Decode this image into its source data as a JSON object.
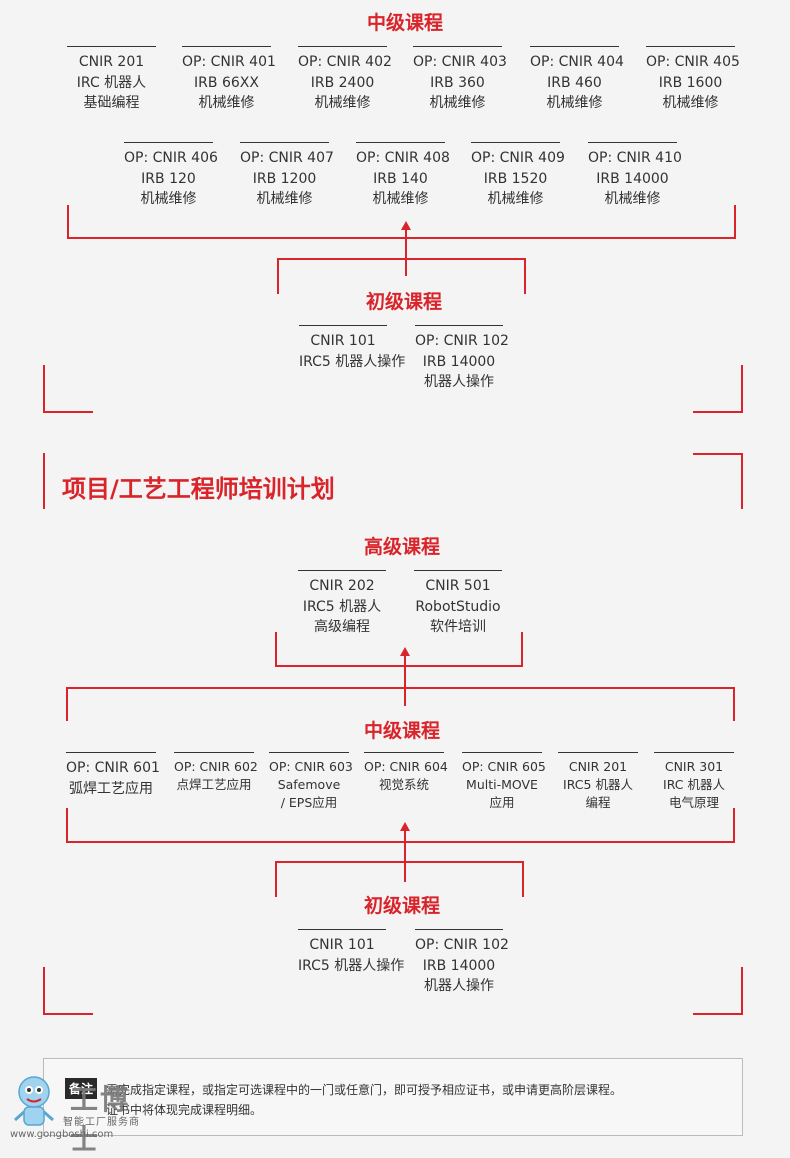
{
  "section1": {
    "mid_label": "中级课程",
    "mid_row1": [
      {
        "lines": [
          "CNIR 201",
          "IRC 机器人",
          "基础编程"
        ]
      },
      {
        "lines": [
          "OP: CNIR 401",
          "IRB 66XX",
          "机械维修"
        ]
      },
      {
        "lines": [
          "OP: CNIR 402",
          "IRB 2400",
          "机械维修"
        ]
      },
      {
        "lines": [
          "OP: CNIR 403",
          "IRB 360",
          "机械维修"
        ]
      },
      {
        "lines": [
          "OP: CNIR 404",
          "IRB 460",
          "机械维修"
        ]
      },
      {
        "lines": [
          "OP: CNIR 405",
          "IRB 1600",
          "机械维修"
        ]
      }
    ],
    "mid_row2": [
      {
        "lines": [
          "OP: CNIR 406",
          "IRB 120",
          "机械维修"
        ]
      },
      {
        "lines": [
          "OP: CNIR 407",
          "IRB 1200",
          "机械维修"
        ]
      },
      {
        "lines": [
          "OP: CNIR 408",
          "IRB 140",
          "机械维修"
        ]
      },
      {
        "lines": [
          "OP: CNIR 409",
          "IRB 1520",
          "机械维修"
        ]
      },
      {
        "lines": [
          "OP: CNIR 410",
          "IRB 14000",
          "机械维修"
        ]
      }
    ],
    "basic_label": "初级课程",
    "basic": [
      {
        "lines": [
          "CNIR 101",
          "IRC5 机器人操作"
        ]
      },
      {
        "lines": [
          "OP: CNIR 102",
          "IRB 14000",
          "机器人操作"
        ]
      }
    ]
  },
  "section2": {
    "title": "项目/工艺工程师培训计划",
    "adv_label": "高级课程",
    "adv": [
      {
        "lines": [
          "CNIR 202",
          "IRC5 机器人",
          "高级编程"
        ]
      },
      {
        "lines": [
          "CNIR 501",
          "RobotStudio",
          "软件培训"
        ]
      }
    ],
    "mid_label": "中级课程",
    "mid": [
      {
        "lines": [
          "OP: CNIR 601",
          "弧焊工艺应用"
        ]
      },
      {
        "lines": [
          "OP: CNIR 602",
          "点焊工艺应用"
        ]
      },
      {
        "lines": [
          "OP: CNIR 603",
          "Safemove",
          "/ EPS应用"
        ]
      },
      {
        "lines": [
          "OP: CNIR 604",
          "视觉系统"
        ]
      },
      {
        "lines": [
          "OP: CNIR 605",
          "Multi-MOVE",
          "应用"
        ]
      },
      {
        "lines": [
          "CNIR 201",
          "IRC5 机器人",
          "编程"
        ]
      },
      {
        "lines": [
          "CNIR 301",
          "IRC 机器人",
          "电气原理"
        ]
      }
    ],
    "basic_label": "初级课程",
    "basic": [
      {
        "lines": [
          "CNIR 101",
          "IRC5 机器人操作"
        ]
      },
      {
        "lines": [
          "OP: CNIR 102",
          "IRB 14000",
          "机器人操作"
        ]
      }
    ]
  },
  "note": {
    "tag": "备注",
    "line1": "需完成指定课程，或指定可选课程中的一门或任意门，即可授予相应证书，或申请更高阶层课程。",
    "line2": "证书中将体现完成课程明细。"
  },
  "watermark": {
    "logo": "工博士",
    "subtitle": "智能工厂服务商",
    "url": "www.gongboshi.com"
  },
  "colors": {
    "accent": "#d8242a",
    "text": "#333333",
    "background": "#f4f4f4"
  }
}
